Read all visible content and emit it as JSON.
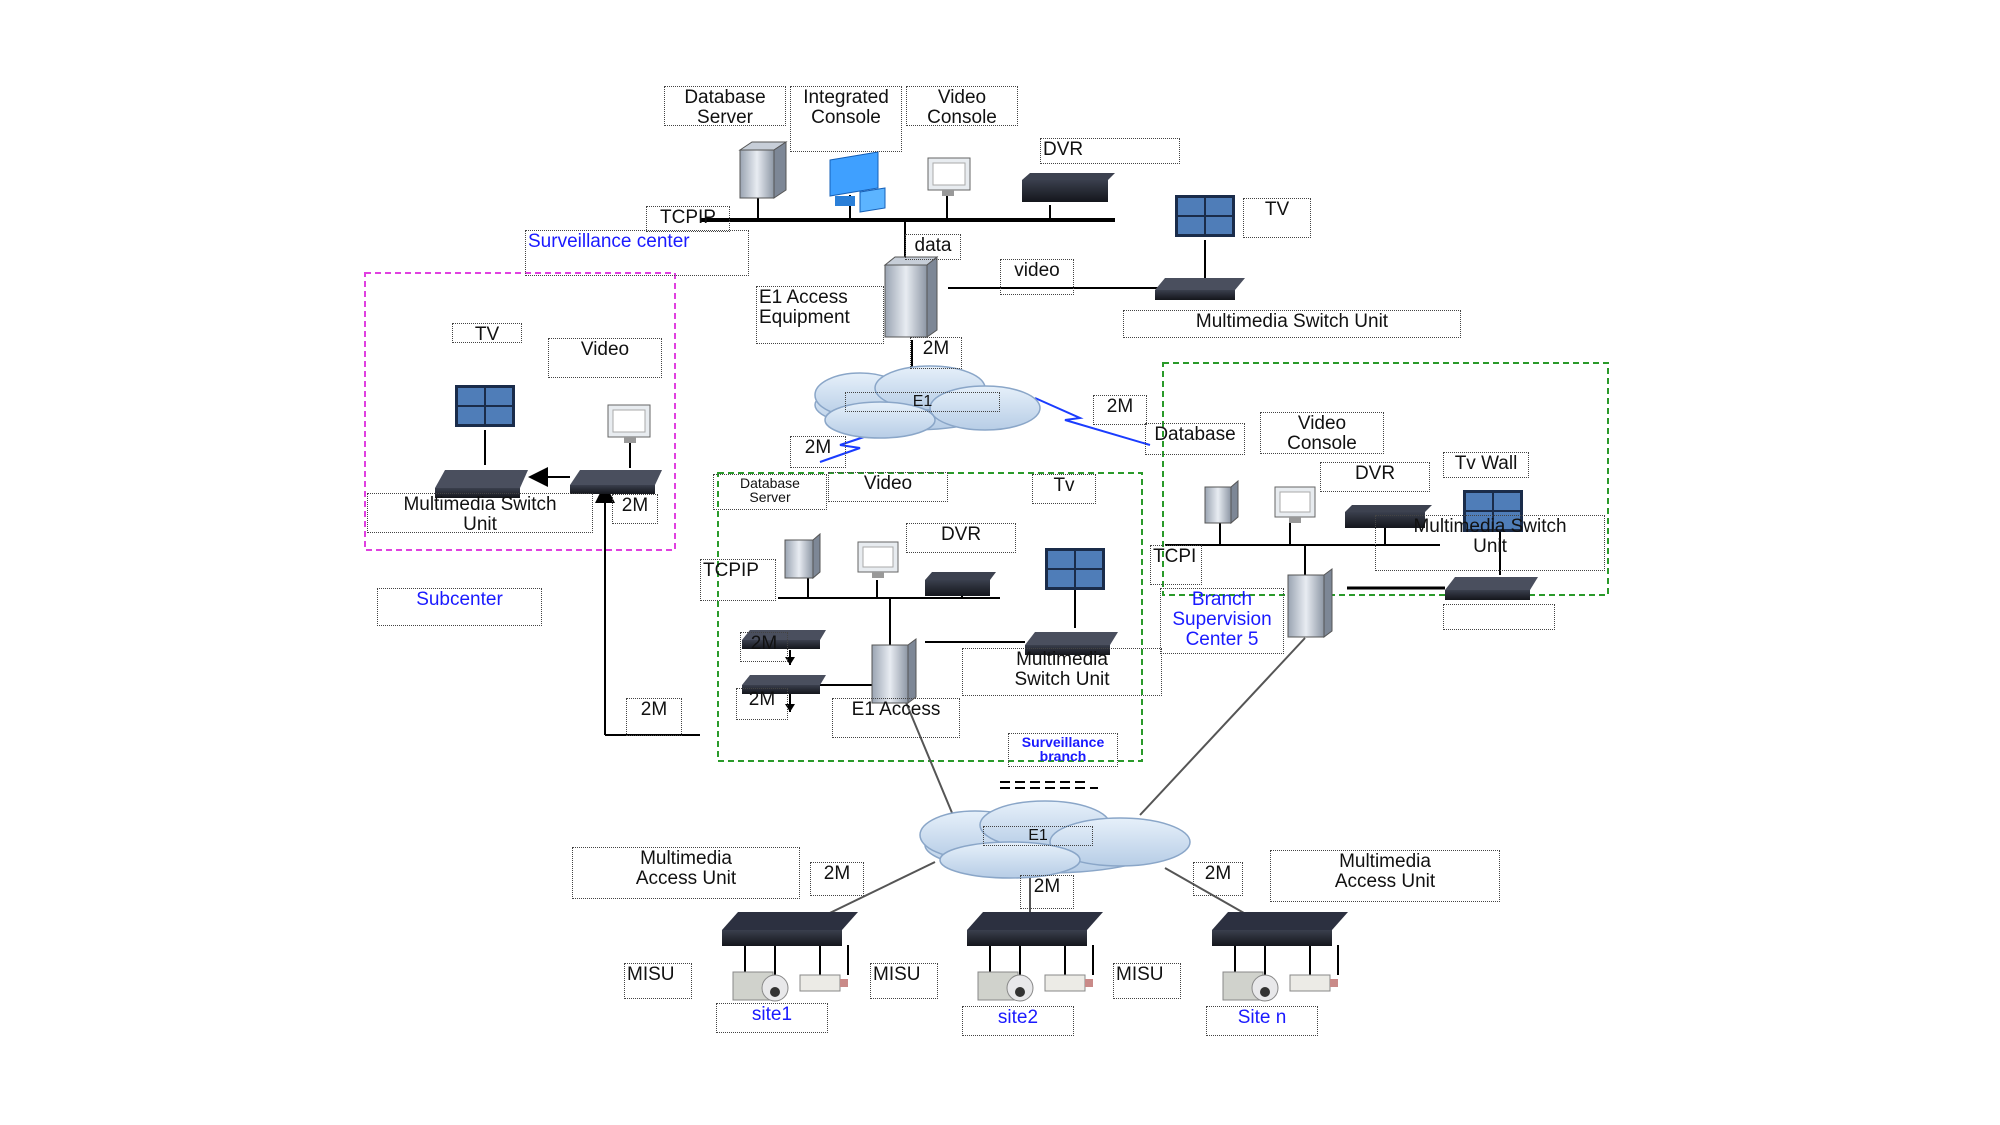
{
  "regions": {
    "surveillance_center": "Surveillance center",
    "subcenter": "Subcenter",
    "branch_center": "Branch Supervision Center 5",
    "surveillance_branch": "Surveillance branch"
  },
  "labels": {
    "database_server": "Database\nServer",
    "integrated_console": "Integrated\nConsole",
    "video_console_top": "Video\nConsole",
    "dvr_top": "DVR",
    "tcpip_top": "TCPIP",
    "tv_top": "TV",
    "data": "data",
    "video_link": "video",
    "e1_access_equipment": "E1 Access\nEquipment",
    "msu_top": "Multimedia Switch   Unit",
    "twoM_top": "2M",
    "e1_cloud_top": "E1",
    "twoM_left_cloud": "2M",
    "twoM_right_cloud": "2M",
    "sub_tv": "TV",
    "sub_video": "Video",
    "sub_msu": "Multimedia Switch\nUnit",
    "sub_2m": "2M",
    "sub_2m_bottom": "2M",
    "mid_database_server": "Database\nServer",
    "mid_video": "Video",
    "mid_tv": "Tv",
    "mid_dvr": "DVR",
    "mid_tcpip": "TCPIP",
    "mid_2m_a": "2M",
    "mid_2m_b": "2M",
    "mid_msu": "Multimedia\nSwitch   Unit",
    "mid_e1_access": "E1 Access",
    "right_database": "Database",
    "right_video_console": "Video\nConsole",
    "right_dvr": "DVR",
    "right_tv_wall": "Tv Wall",
    "right_msu": "Multimedia Switch\nUnit",
    "right_tcpi": "TCPI",
    "right_blank": "",
    "e1_cloud_bottom": "E1",
    "mau_left": "Multimedia\nAccess Unit",
    "mau_right": "Multimedia\nAccess Unit",
    "bottom_2m_left": "2M",
    "bottom_2m_mid": "2M",
    "bottom_2m_right": "2M",
    "misu_1": "MISU",
    "misu_2": "MISU",
    "misu_3": "MISU",
    "site1": "site1",
    "site2": "site2",
    "siten": "Site n"
  },
  "colors": {
    "label_text": "#111111",
    "link_blue": "#1a1aff",
    "subcenter_border": "#e040e0",
    "branch_border": "#2a9a2a",
    "cloud_fill": "#cfe0f2",
    "device_dark": "#1e1e28"
  }
}
